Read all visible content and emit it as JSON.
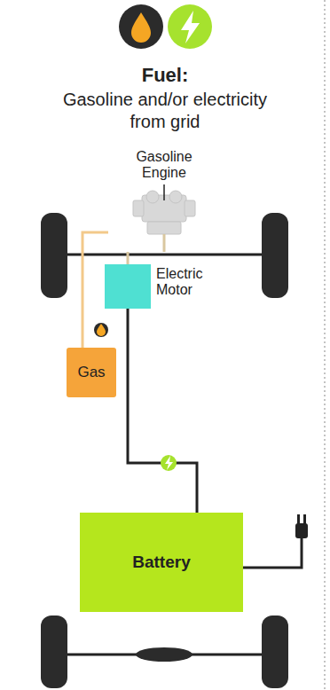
{
  "diagram": {
    "title": "Fuel:",
    "nodes": [
      {
        "text": [
          "Gasoline Engine"
        ]
      },
      {
        "text": [
          "Electric Motor"
        ]
      },
      {
        "text": [
          "Gas"
        ]
      },
      {
        "text": [
          "Battery"
        ]
      }
    ],
    "edges": [
      {
        "from": 2,
        "to": 0,
        "arrow": "none"
      },
      {
        "from": 3,
        "to": 1,
        "arrow": "none"
      },
      {
        "from": 1,
        "to": 0,
        "arrow": "none"
      }
    ],
    "labels": [
      "Gasoline and/or electricity from grid"
    ]
  }
}
